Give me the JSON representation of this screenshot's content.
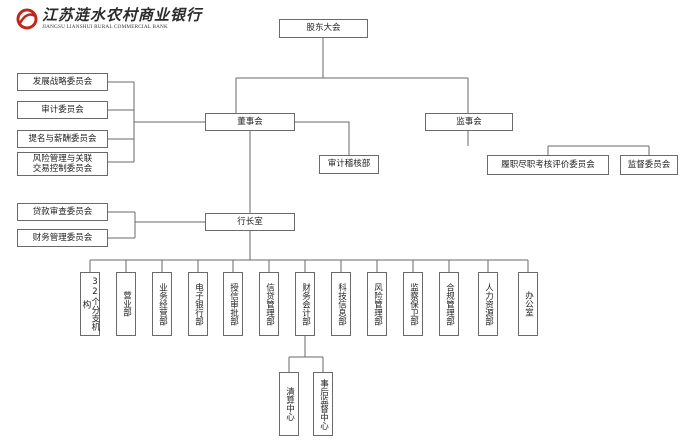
{
  "brand": {
    "name_cn": "江苏涟水农村商业银行",
    "name_en": "JIANGSU LIANSHUI RURAL COMMERCIAL BANK",
    "logo_color": "#c0281e"
  },
  "org": {
    "shareholders_meeting": "股东大会",
    "board": "董事会",
    "supervisory_board": "监事会",
    "audit_dept": "审计稽核部",
    "board_committees": [
      "发展战略委员会",
      "审计委员会",
      "提名与薪酬委员会",
      "风险管理与关联交易控制委员会"
    ],
    "supervisory_committees": [
      "履职尽职考核评价委员会",
      "监督委员会"
    ],
    "president_office": "行长室",
    "president_committees": [
      "贷款审查委员会",
      "财务管理委员会"
    ],
    "departments": [
      "32个分支机构",
      "营业部",
      "业务经营部",
      "电子银行部",
      "授信审批部",
      "信贷管理部",
      "财务会计部",
      "科技信息部",
      "风险管理部",
      "监察保卫部",
      "合规管理部",
      "人力资源部",
      "办公室"
    ],
    "finance_subunits": [
      "清算中心",
      "事后监督中心"
    ]
  }
}
